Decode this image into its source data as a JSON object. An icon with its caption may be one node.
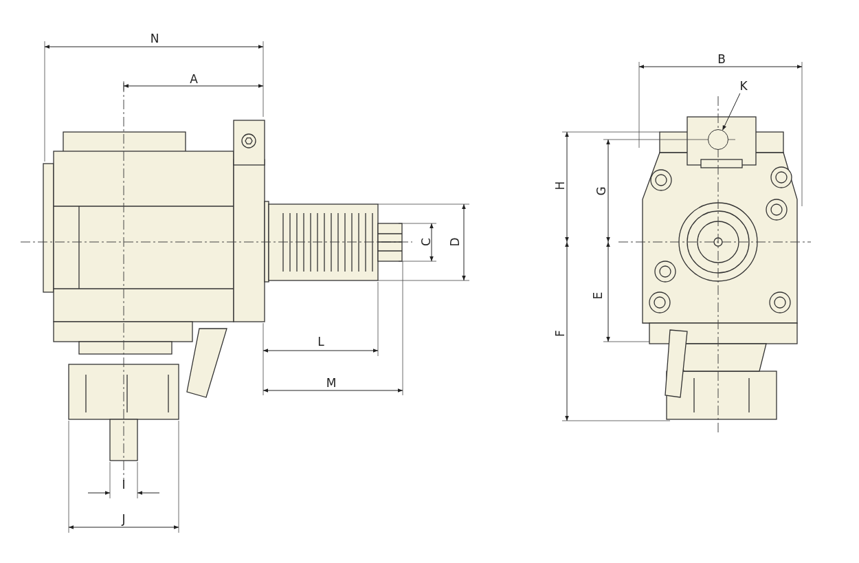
{
  "diagram": {
    "nodes": [
      {
        "text": [
          "K"
        ]
      },
      {
        "text": [],
        "shape": "circle"
      }
    ],
    "edges": [
      {
        "from": 0,
        "to": 1,
        "arrow": "to"
      }
    ],
    "labels": [
      "N",
      "B",
      "A",
      "H",
      "G",
      "C",
      "D",
      "E",
      "L",
      "F",
      "M",
      "I",
      "J"
    ]
  }
}
